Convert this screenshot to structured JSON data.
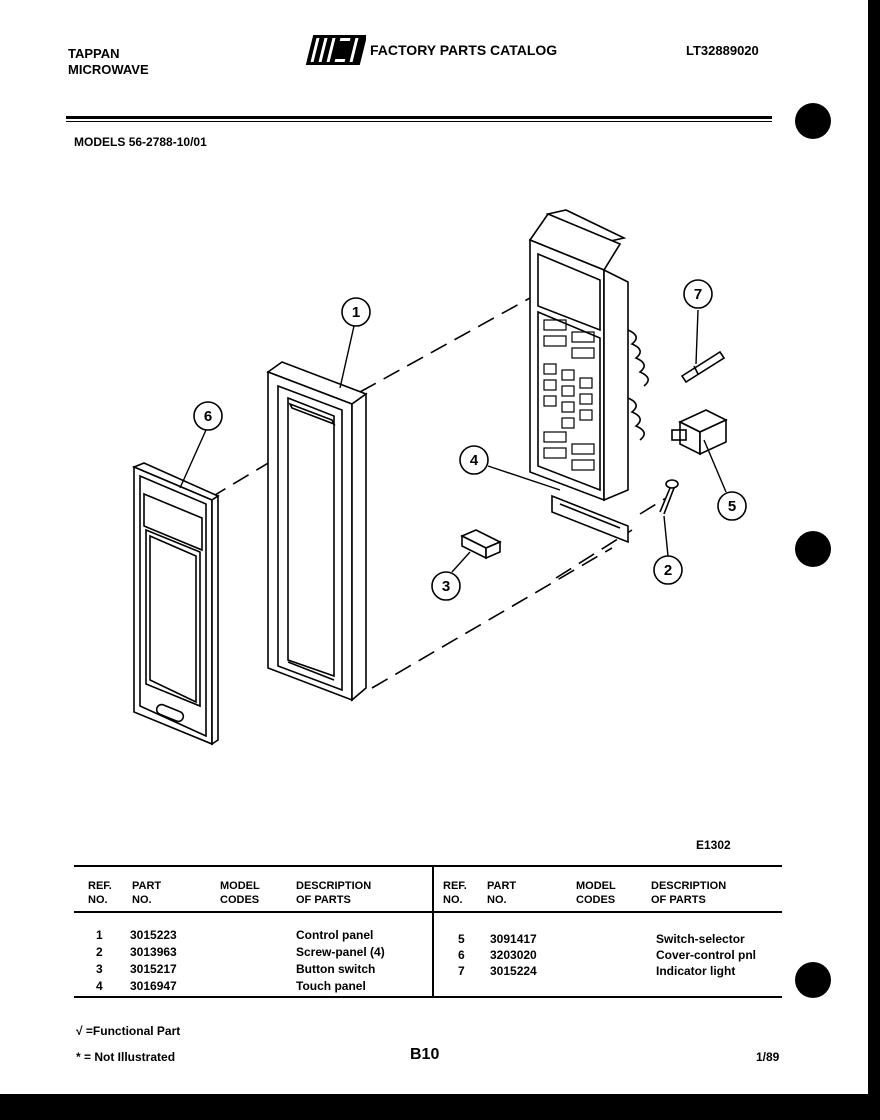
{
  "header": {
    "brand_line1": "TAPPAN",
    "brand_line2": "MICROWAVE",
    "logo_text": "WCI",
    "catalog_title": "FACTORY PARTS CATALOG",
    "catalog_number": "LT32889020",
    "models_label": "MODELS",
    "models_value": "56-2788-10/01"
  },
  "diagram": {
    "illustration_code": "E1302",
    "callouts": [
      "1",
      "2",
      "3",
      "4",
      "5",
      "6",
      "7"
    ]
  },
  "table": {
    "headers": {
      "ref": "REF.\nNO.",
      "part": "PART\nNO.",
      "model": "MODEL\nCODES",
      "desc": "DESCRIPTION\nOF PARTS"
    },
    "left_rows": [
      {
        "ref": "1",
        "part": "3015223",
        "code": "",
        "desc": "Control panel"
      },
      {
        "ref": "2",
        "part": "3013963",
        "code": "",
        "desc": "Screw-panel (4)"
      },
      {
        "ref": "3",
        "part": "3015217",
        "code": "",
        "desc": "Button switch"
      },
      {
        "ref": "4",
        "part": "3016947",
        "code": "",
        "desc": "Touch panel"
      }
    ],
    "right_rows": [
      {
        "ref": "5",
        "part": "3091417",
        "code": "",
        "desc": "Switch-selector"
      },
      {
        "ref": "6",
        "part": "3203020",
        "code": "",
        "desc": "Cover-control pnl"
      },
      {
        "ref": "7",
        "part": "3015224",
        "code": "",
        "desc": "Indicator light"
      }
    ]
  },
  "footer": {
    "functional_note": "√ =Functional Part",
    "not_illustrated_note": "* = Not Illustrated",
    "page_number": "B10",
    "date": "1/89"
  }
}
